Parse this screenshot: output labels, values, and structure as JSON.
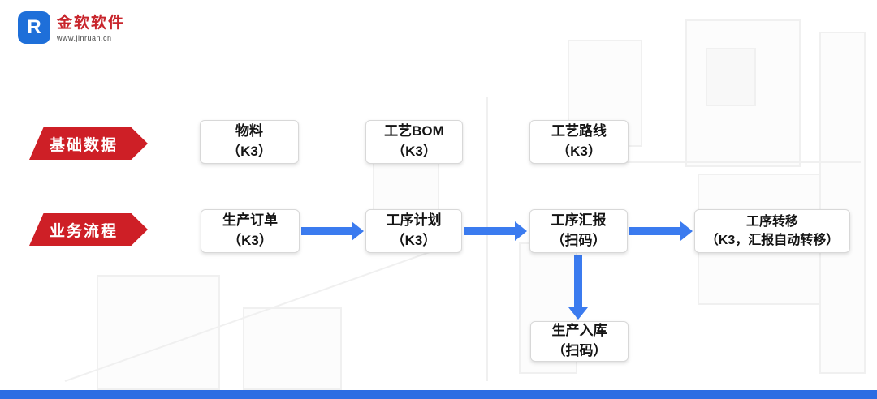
{
  "logo": {
    "company": "金软软件",
    "url": "www.jinruan.cn",
    "mark_glyph": "R"
  },
  "colors": {
    "accent_red": "#CE1F26",
    "arrow_blue": "#3B7BEF",
    "bottom_bar_blue": "#2D6DE3"
  },
  "rows": [
    {
      "label": "基础数据",
      "boxes": [
        {
          "line1": "物料",
          "line2": "（K3）"
        },
        {
          "line1": "工艺BOM",
          "line2": "（K3）"
        },
        {
          "line1": "工艺路线",
          "line2": "（K3）"
        }
      ]
    },
    {
      "label": "业务流程",
      "boxes": [
        {
          "line1": "生产订单",
          "line2": "（K3）"
        },
        {
          "line1": "工序计划",
          "line2": "（K3）"
        },
        {
          "line1": "工序汇报",
          "line2": "（扫码）"
        },
        {
          "line1": "工序转移",
          "line2": "（K3，汇报自动转移）"
        }
      ]
    }
  ],
  "branch_box": {
    "line1": "生产入库",
    "line2": "（扫码）"
  }
}
